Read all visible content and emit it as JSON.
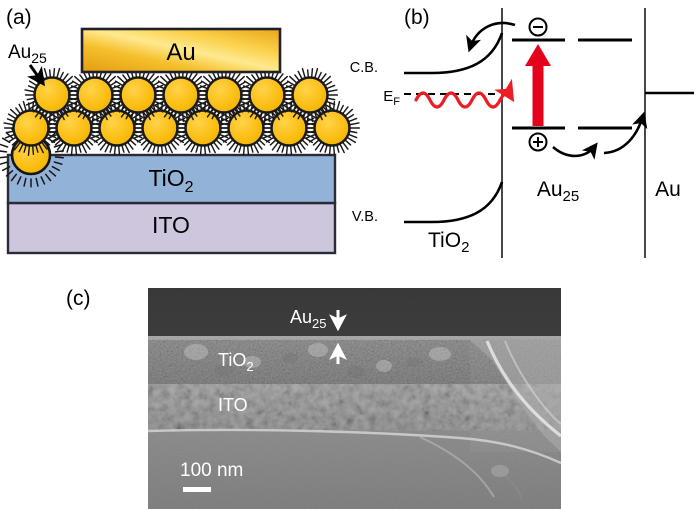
{
  "figure": {
    "title": "Au25 cluster / TiO2 / ITO photoelectrode schematic and energy diagram",
    "panels": [
      "a",
      "b",
      "c"
    ]
  },
  "panel_a": {
    "label": "(a)",
    "callout_label": "Au25",
    "callout_label_base": "Au",
    "callout_label_sub": "25",
    "arrow_icon": "down-right-arrow-icon",
    "layers": [
      {
        "name": "au-electrode",
        "label": "Au",
        "color_start": "#e8a21a",
        "color_end": "#ffe680"
      },
      {
        "name": "tio2-layer",
        "label_base": "TiO",
        "label_sub": "2",
        "label": "TiO2",
        "color": "#92b2d8"
      },
      {
        "name": "ito-layer",
        "label": "ITO",
        "color": "#cdc6dd"
      }
    ],
    "nanoparticle": {
      "core_color": "#fcc017",
      "shell_color": "#1a1a1a",
      "top_row_count": 7,
      "bottom_row_count": 8
    },
    "outline_color": "#2b2b38"
  },
  "panel_b": {
    "label": "(b)",
    "semiconductor": {
      "name_base": "TiO",
      "name_sub": "2",
      "name": "TiO2",
      "conduction_band_label": "C.B.",
      "valence_band_label": "V.B.",
      "fermi_label_base": "E",
      "fermi_label_sub": "F",
      "fermi_label": "EF"
    },
    "cluster": {
      "name_base": "Au",
      "name_sub": "25",
      "name": "Au25"
    },
    "metal": {
      "name": "Au"
    },
    "carriers": {
      "electron_symbol": "⊖",
      "hole_symbol": "⊕"
    },
    "excitation_arrow": {
      "name": "excitation-arrow",
      "color": "#e4031b"
    },
    "photon_wave": {
      "name": "photon-wave",
      "color": "#ee1c25"
    },
    "transfer_arrows": [
      "electron-injection-arrow",
      "hole-transfer-arrow-1",
      "hole-transfer-arrow-2"
    ]
  },
  "panel_c": {
    "label": "(c)",
    "annotations": {
      "au25_base": "Au",
      "au25_sub": "25",
      "au25": "Au25",
      "tio2_base": "TiO",
      "tio2_sub": "2",
      "tio2": "TiO2",
      "ito": "ITO"
    },
    "arrows": [
      "down-arrow-icon",
      "up-arrow-icon"
    ],
    "scale_bar": {
      "label": "100 nm",
      "bar_name": "scale-bar"
    }
  }
}
